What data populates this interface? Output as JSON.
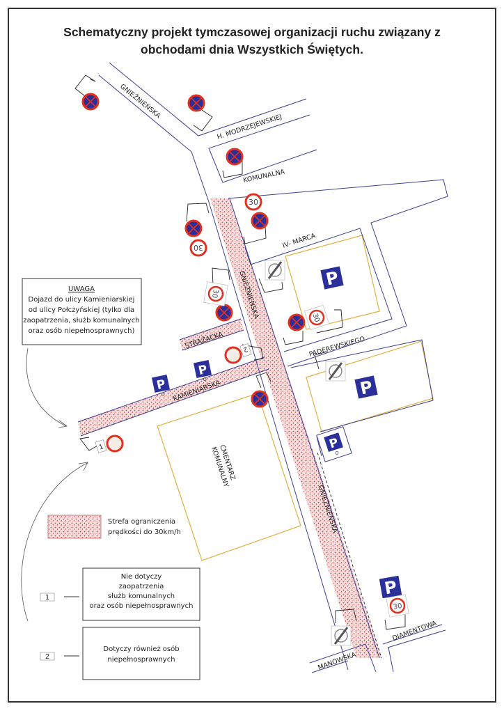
{
  "title": {
    "line1": "Schematyczny projekt  tymczasowej organizacji ruchu związany z",
    "line2": "obchodami dnia Wszystkich Świętych."
  },
  "streets": {
    "gnieznienska_top": "GNIEŹNIEŃSKA",
    "gnieznienska_mid": "GNIEŹNIEŃSKA",
    "gnieznienska_bottom": "GNIEŹNIEŃSKA",
    "modrzejewskiej": "H. MODRZEJEWSKIEJ",
    "komunalna": "KOMUNALNA",
    "iv_marca": "IV- MARCA",
    "strazacka": "STRAŻACKA",
    "paderewskiego": "PADEREWSKIEGO",
    "kamieniarska": "KAMIENIARSKA",
    "manowska": "MANOWSKA",
    "diamentowa": "DIAMENTOWA"
  },
  "cemetery": {
    "line1": "CMENTARZ",
    "line2": "KOMUNALNY"
  },
  "notice": {
    "heading": "UWAGA",
    "lines": [
      "Dojazd do ulicy Kamieniarskiej",
      "od ulicy Połczyńskiej (tylko dla",
      "zaopatrzenia, służb komunalnych",
      "oraz osób niepełnosprawnych)"
    ]
  },
  "legend": {
    "zone_line1": "Strefa ograniczenia",
    "zone_line2": "prędkości do 30km/h",
    "item1_tag": "1",
    "item1_lines": [
      "Nie dotyczy",
      "zaopatrzenia",
      "służb komunalnych",
      "oraz osób niepełnosprawnych"
    ],
    "item2_tag": "2",
    "item2_lines": [
      "Dotyczy również osób",
      "niepełnosprawnych"
    ]
  },
  "signs": {
    "speed_limit": "30",
    "parking": "P",
    "plate1": "1",
    "plate2": "2"
  },
  "colors": {
    "road": "#3a3f8f",
    "sign_blue": "#2a2f9a",
    "sign_red": "#e03020",
    "parcel": "#e0b040",
    "zone": "#e8a0a0"
  }
}
